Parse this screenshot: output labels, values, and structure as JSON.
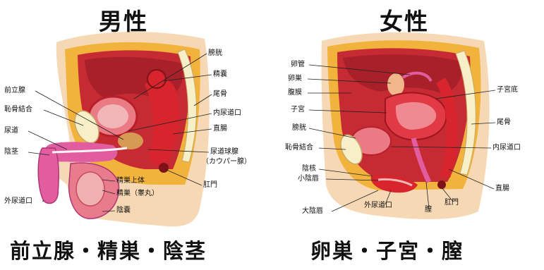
{
  "male": {
    "heading": "男性",
    "caption": "前立腺・精巣・陰茎",
    "labels": {
      "prostate": "前立腺",
      "pubic_symphysis": "恥骨結合",
      "urethra": "尿道",
      "penis": "陰茎",
      "external_urethral_orifice": "外尿道口",
      "bladder": "膀胱",
      "seminal_vesicle": "精嚢",
      "coccyx": "尾骨",
      "internal_urethral_orifice": "内尿道口",
      "rectum": "直腸",
      "bulbourethral_gland": "尿道球腺",
      "cowper_gland": "（カウパー腺）",
      "anus": "肛門",
      "epididymis": "精巣上体",
      "testis": "精巣（睾丸）",
      "scrotum": "陰嚢"
    }
  },
  "female": {
    "heading": "女性",
    "caption": "卵巣・子宮・膣",
    "labels": {
      "fallopian_tube": "卵管",
      "ovary": "卵巣",
      "fimbria": "腹膜",
      "uterus": "子宮",
      "bladder": "膀胱",
      "pubic_symphysis": "恥骨結合",
      "clitoris": "陰核",
      "labia_minora": "小陰唇",
      "labia_majora": "大陰唇",
      "external_urethral_orifice": "外尿道口",
      "vagina": "膣",
      "anus": "肛門",
      "fundus": "子宮底",
      "coccyx": "尾骨",
      "internal_urethral_orifice": "内尿道口",
      "rectum": "直腸"
    }
  },
  "colors": {
    "skin": "#f6d9b4",
    "fat": "#f2b33c",
    "muscle": "#d8242c",
    "organ_dark": "#b81f2a",
    "pink": "#e25ca0",
    "bone": "#f7efc7"
  }
}
